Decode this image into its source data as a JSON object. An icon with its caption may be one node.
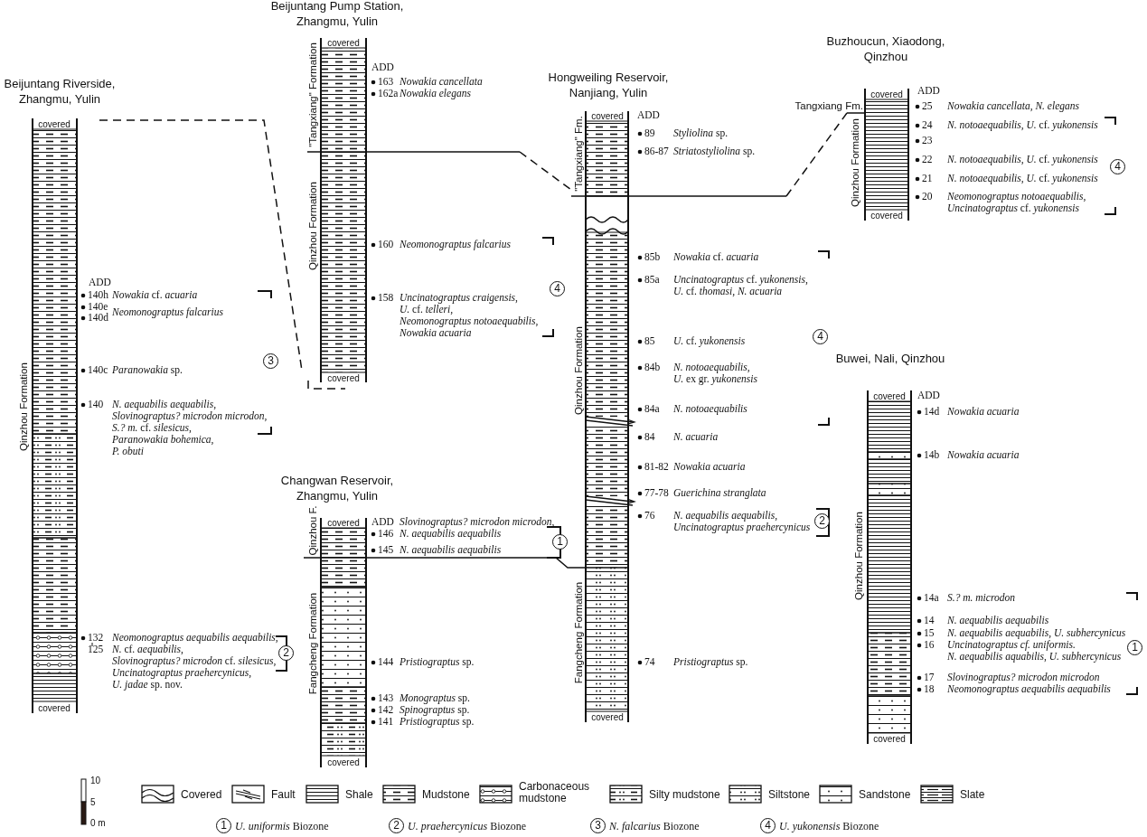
{
  "diagram": {
    "labels": [
      "Beijuntang Riverside, Zhangmu, Yulin",
      "covered",
      "Qinzhou Formation",
      "ADD",
      "140h",
      "*Nowakia* cf. *acuaria*",
      "140e",
      "140d",
      "*Neomonograptus falcarius*",
      "140c",
      "*Paranowakia* sp.",
      "140",
      "*N. aequabilis aequabilis*, *Slovinograptus? microdon microdon*, *S.? m.* cf. *silesicus*, *Paranowakia bohemica*, *P. obuti*",
      "132",
      "125",
      "*Neomonograptus aequabilis aequabilis*, *N.* cf. *aequabilis*, *Slovinograptus? microdon* cf. *silesicus*, *Uncinatograptus praehercynicus*, *U. jadae* sp. nov.",
      "covered",
      "3",
      "2",
      "Beijuntang Pump Station, Zhangmu, Yulin",
      "covered",
      "\"Tangxiang\" Formation",
      "Qinzhou Formation",
      "ADD",
      "163",
      "*Nowakia cancellata*",
      "162a",
      "*Nowakia elegans*",
      "160",
      "*Neomonograptus falcarius*",
      "158",
      "*Uncinatograptus craigensis*, *U.* cf. *telleri*, *Neomonograptus notoaequabilis*, *Nowakia acuaria*",
      "covered",
      "4",
      "Changwan Reservoir, Zhangmu, Yulin",
      "covered",
      "Qinzhou F.",
      "Fangcheng Formation",
      "ADD",
      "146",
      "*Slovinograptus? microdon microdon*, *N. aequabilis aequabilis*",
      "145",
      "*N. aequabilis aequabilis*",
      "144",
      "*Pristiograptus* sp.",
      "143",
      "*Monograptus* sp.",
      "142",
      "*Spinograptus* sp.",
      "141",
      "*Pristiograptus* sp.",
      "covered",
      "1",
      "Hongweiling Reservoir, Nanjiang, Yulin",
      "covered",
      "\"Tangxiang\" Fm.",
      "Qinzhou Formation",
      "Fangcheng Formation",
      "ADD",
      "89",
      "*Styliolina* sp.",
      "86-87",
      "*Striatostyliolina* sp.",
      "85b",
      "*Nowakia* cf. *acuaria*",
      "85a",
      "*Uncinatograptus* cf. *yukonensis*, *U.* cf. *thomasi*, *N. acuaria*",
      "85",
      "*U.* cf. *yukonensis*",
      "84b",
      "*N. notoaequabilis*, *U.* ex gr. *yukonensis*",
      "84a",
      "*N. notoaequabilis*",
      "84",
      "*N. acuaria*",
      "81-82",
      "*Nowakia acuaria*",
      "77-78",
      "*Guerichina stranglata*",
      "76",
      "*N. aequabilis aequabilis*, *Uncinatograptus praehercynicus*",
      "74",
      "*Pristiograptus* sp.",
      "covered",
      "4",
      "2",
      "Buzhoucun, Xiaodong, Qinzhou",
      "covered",
      "Tangxiang Fm.",
      "Qinzhou Formation",
      "ADD",
      "25",
      "*Nowakia cancellata*, *N. elegans*",
      "24",
      "*N. notoaequabilis*, *U.* cf. *yukonensis*",
      "23",
      "22",
      "*N. notoaequabilis*, *U.* cf. *yukonensis*",
      "21",
      "*N. notoaequabilis*, *U.* cf. *yukonensis*",
      "20",
      "*Neomonograptus notoaequabilis*, *Uncinatograptus* cf. *yukonensis*",
      "covered",
      "4",
      "Buwei, Nali, Qinzhou",
      "covered",
      "Qinzhou Formation",
      "ADD",
      "14d",
      "*Nowakia acuaria*",
      "14b",
      "*Nowakia acuaria*",
      "14a",
      "*S.? m. microdon*",
      "14",
      "*N. aequabilis aequabilis*",
      "15",
      "*N. aequabilis aequabilis*, *U. subhercynicus*",
      "16",
      "*Uncinatograptus cf. uniformis.* *N. aequabilis aquabilis*, *U. subhercynicus*",
      "17",
      "*Slovinograptus? microdon microdon*",
      "18",
      "*Neomonograptus aequabilis aequabilis*",
      "covered",
      "1",
      "10",
      "5",
      "0 m",
      "1",
      "2",
      "3",
      "4"
    ],
    "legend": [
      {
        "text": "Covered"
      },
      {
        "text": "Fault"
      },
      {
        "text": "Shale"
      },
      {
        "text": "Mudstone"
      },
      {
        "text": "Carbonaceous mudstone"
      },
      {
        "text": "Silty mudstone"
      },
      {
        "text": "Siltstone"
      },
      {
        "text": "Sandstone"
      },
      {
        "text": "Slate"
      },
      {
        "text": "*U. uniformis* Biozone"
      },
      {
        "text": "*U. praehercynicus* Biozone"
      },
      {
        "text": "*N. falcarius* Biozone"
      },
      {
        "text": "*U. yukonensis* Biozone"
      }
    ]
  }
}
